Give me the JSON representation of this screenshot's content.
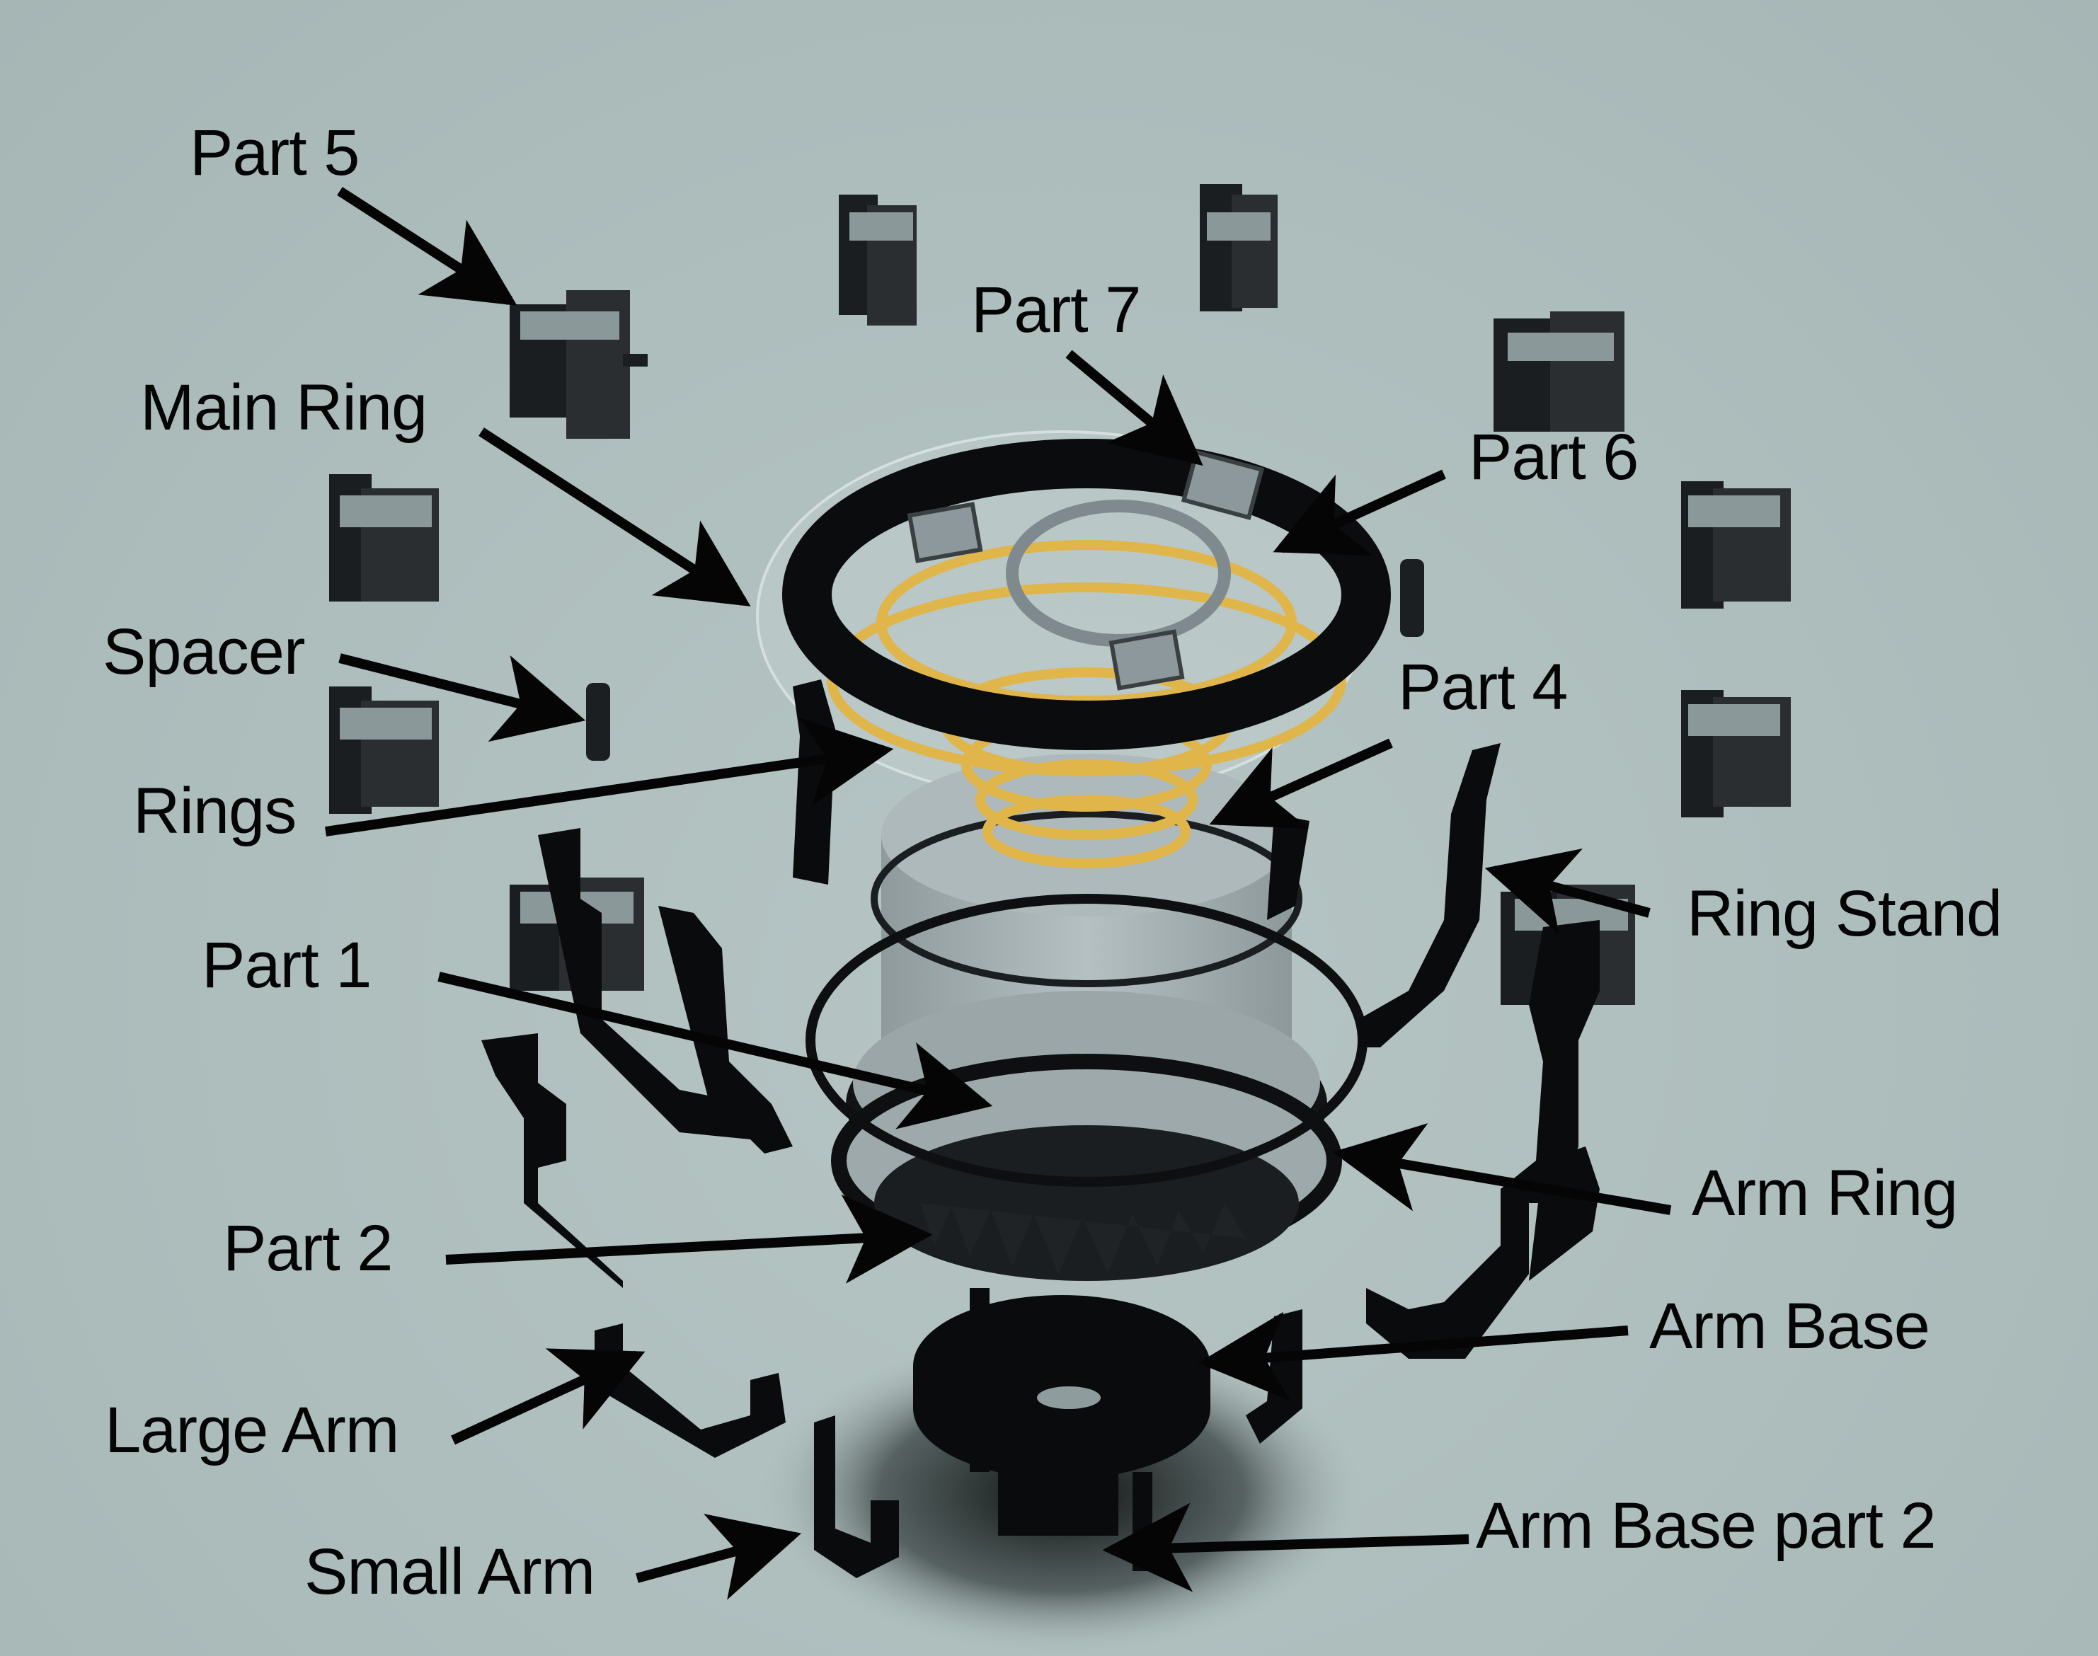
{
  "diagram": {
    "title": "Exploded assembly view",
    "colors": {
      "background": "#aebebd",
      "part_dark": "#0b0c0d",
      "part_grey": "#9aa6a8",
      "rings_gold": "#e0b54a",
      "label_text": "#050505"
    },
    "labels": [
      {
        "id": "part5",
        "text": "Part 5"
      },
      {
        "id": "main-ring",
        "text": "Main Ring"
      },
      {
        "id": "part7",
        "text": "Part 7"
      },
      {
        "id": "part6",
        "text": "Part 6"
      },
      {
        "id": "spacer",
        "text": "Spacer"
      },
      {
        "id": "part4",
        "text": "Part 4"
      },
      {
        "id": "rings",
        "text": "Rings"
      },
      {
        "id": "ring-stand",
        "text": "Ring Stand"
      },
      {
        "id": "part1",
        "text": "Part 1"
      },
      {
        "id": "arm-ring",
        "text": "Arm Ring"
      },
      {
        "id": "part2",
        "text": "Part 2"
      },
      {
        "id": "arm-base",
        "text": "Arm Base"
      },
      {
        "id": "large-arm",
        "text": "Large Arm"
      },
      {
        "id": "arm-base-part2",
        "text": "Arm Base part 2"
      },
      {
        "id": "small-arm",
        "text": "Small Arm"
      }
    ]
  }
}
